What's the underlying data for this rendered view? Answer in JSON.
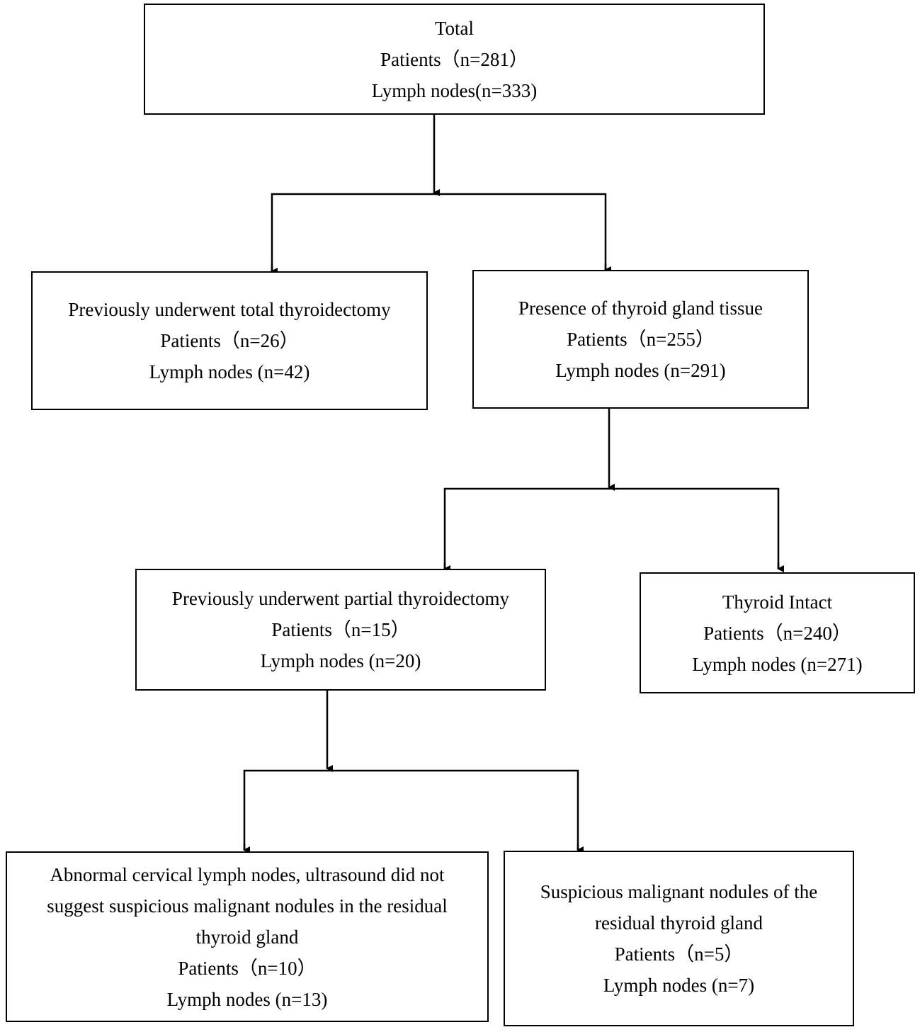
{
  "boxes": {
    "total": {
      "title": "Total",
      "patients": "Patients（n=281）",
      "lymph_nodes": "Lymph nodes(n=333)"
    },
    "total_thyroidectomy": {
      "title": "Previously underwent total thyroidectomy",
      "patients": "Patients（n=26）",
      "lymph_nodes": "Lymph nodes (n=42)"
    },
    "thyroid_tissue": {
      "title": "Presence of thyroid gland tissue",
      "patients": "Patients（n=255）",
      "lymph_nodes": "Lymph nodes (n=291)"
    },
    "partial_thyroidectomy": {
      "title": "Previously underwent partial thyroidectomy",
      "patients": "Patients（n=15）",
      "lymph_nodes": "Lymph nodes (n=20)"
    },
    "thyroid_intact": {
      "title": "Thyroid Intact",
      "patients": "Patients（n=240）",
      "lymph_nodes": "Lymph nodes (n=271)"
    },
    "abnormal_nodes": {
      "title_line1": "Abnormal cervical lymph nodes, ultrasound did not",
      "title_line2": "suggest suspicious malignant nodules in the residual",
      "title_line3": "thyroid gland",
      "patients": "Patients（n=10）",
      "lymph_nodes": "Lymph nodes (n=13)"
    },
    "suspicious_nodules": {
      "title_line1": "Suspicious malignant nodules of the",
      "title_line2": "residual thyroid gland",
      "patients": "Patients（n=5）",
      "lymph_nodes": "Lymph nodes (n=7)"
    }
  }
}
